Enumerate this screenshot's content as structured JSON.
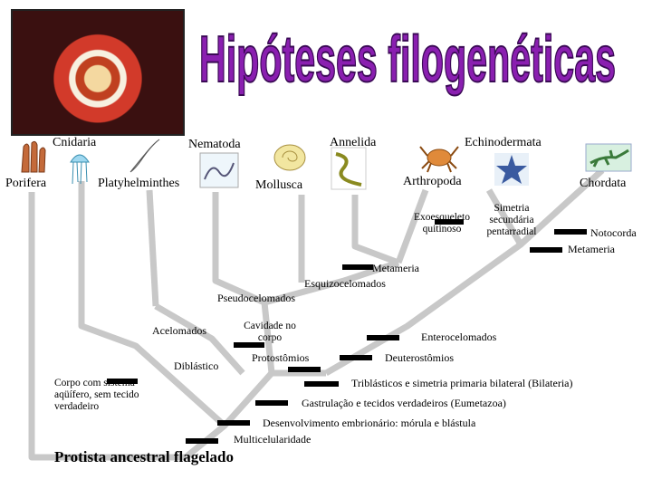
{
  "title": "Hipóteses filogenéticas",
  "taxa_top": {
    "cnidaria": "Cnidaria",
    "nematoda": "Nematoda",
    "annelida": "Annelida",
    "echinodermata": "Echinodermata"
  },
  "taxa_bottom": {
    "porifera": "Porifera",
    "platyhelminthes": "Platyhelminthes",
    "mollusca": "Mollusca",
    "arthropoda": "Arthropoda",
    "chordata": "Chordata"
  },
  "characters": {
    "exoesqueleto": "Exoesqueleto quitinoso",
    "simetria": "Simetria secundária pentarradial",
    "notocorda": "Notocorda",
    "metameria_chordata": "Metameria",
    "metameria": "Metameria",
    "esquizocelomados": "Esquizocelomados",
    "pseudocelomados": "Pseudocelomados",
    "acelomados": "Acelomados",
    "cavidade": "Cavidade no corpo",
    "enterocelomados": "Enterocelomados",
    "diblastico": "Diblástico",
    "protostomios": "Protostômios",
    "deuterostomios": "Deuterostômios",
    "corpo": "Corpo com sistema aqüífero, sem tecido verdadeiro",
    "triblasticos": "Triblásticos e simetria primaria bilateral (Bilateria)",
    "gastrulacao": "Gastrulação e tecidos verdadeiros (Eumetazoa)",
    "desenvolvimento": "Desenvolvimento embrionário: mórula e blástula",
    "multicelularidade": "Multicelularidade"
  },
  "root": "Protista ancestral flagelado",
  "colors": {
    "branch": "#c8c8c8",
    "title_fill": "#8a1fb0",
    "title_stroke": "#3a0a55",
    "marker": "#000000"
  },
  "icons": [
    "sea-anemone-photo",
    "sponge-icon",
    "hydra-icon",
    "jellyfish-icon",
    "flatworm-icon",
    "nematode-icon",
    "snail-shell-icon",
    "earthworm-icon",
    "crab-icon",
    "starfish-icon",
    "lizard-icon"
  ]
}
